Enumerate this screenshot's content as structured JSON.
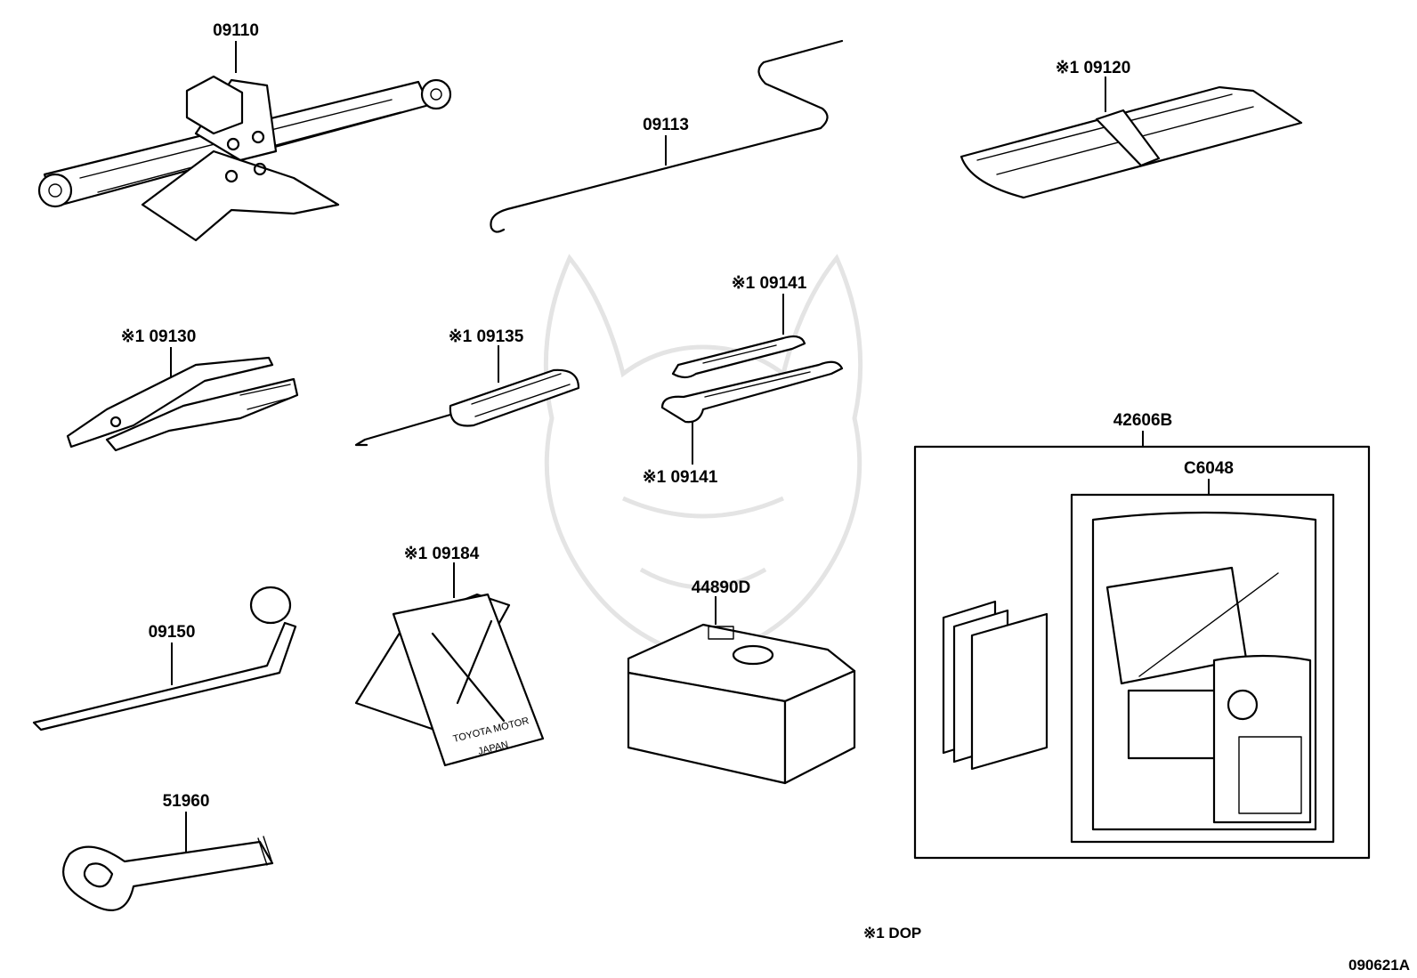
{
  "parts": {
    "jack": "09110",
    "handle": "09113",
    "tool_bag": "※1 09120",
    "pliers": "※1 09130",
    "screwdriver": "※1 09135",
    "wrench_top": "※1 09141",
    "wrench_bottom": "※1 09141",
    "lug_wrench": "09150",
    "warning_plate": "※1 09184",
    "compressor": "44890D",
    "repair_kit": "42606B",
    "sealant": "C6048",
    "towing_eye": "51960"
  },
  "plate_text": {
    "line1": "TOYOTA MOTOR",
    "line2": "JAPAN"
  },
  "legend": "※1  DOP",
  "figure_code": "090621A"
}
